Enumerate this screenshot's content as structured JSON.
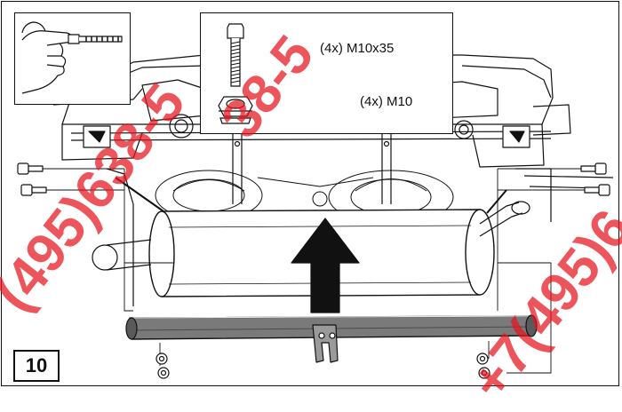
{
  "parts": {
    "bolt_label": "(4x) M10x35",
    "nut_label": "(4x) M10"
  },
  "step": {
    "number": "10"
  },
  "watermark": {
    "line_1": "(495)638-5",
    "line_2": "+7(495)6",
    "line_3": "38-5"
  }
}
